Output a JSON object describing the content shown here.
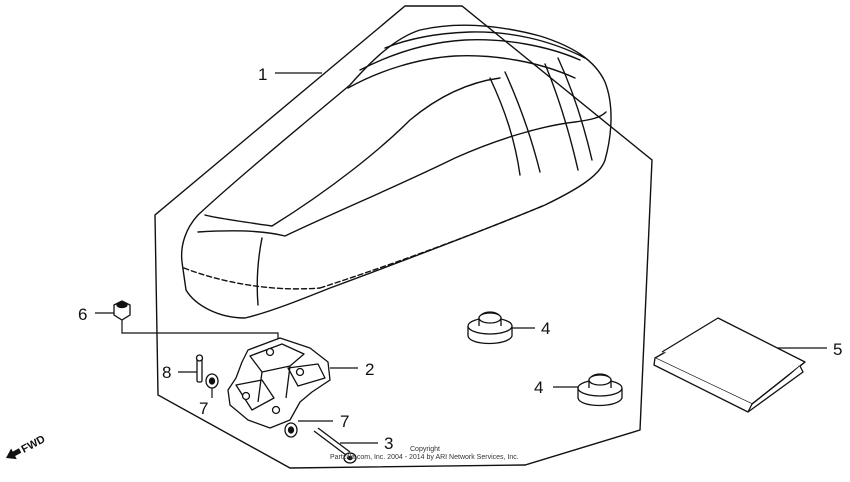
{
  "callouts": {
    "seat": "1",
    "bracket": "2",
    "bolt": "3",
    "rubber_upper": "4",
    "rubber_lower": "4",
    "manual": "5",
    "nut": "6",
    "washer_left": "7",
    "washer_right": "7",
    "pin": "8"
  },
  "direction": {
    "label": "FWD"
  },
  "copyright": {
    "line1": "Copyright",
    "line2": "Partzilla.com, Inc. 2004 - 2014 by ARI Network Services, Inc."
  }
}
